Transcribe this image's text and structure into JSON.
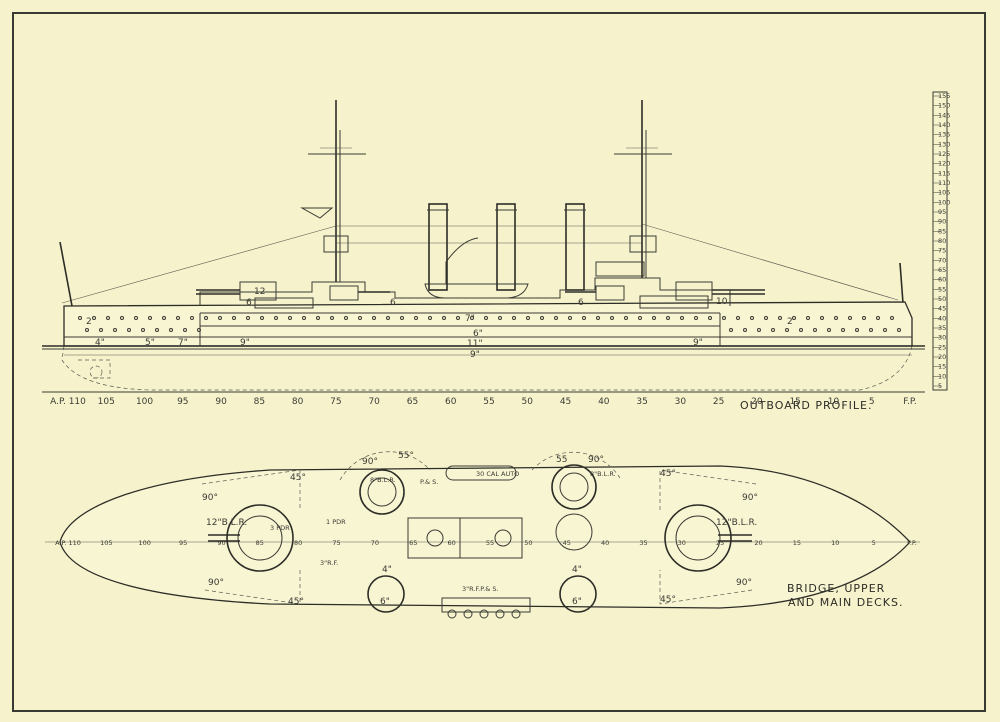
{
  "profile": {
    "title": "OUTBOARD PROFILE.",
    "frame_labels": [
      "A.P. 110",
      "105",
      "100",
      "95",
      "90",
      "85",
      "80",
      "75",
      "70",
      "65",
      "60",
      "55",
      "50",
      "45",
      "40",
      "35",
      "30",
      "25",
      "20",
      "15",
      "10",
      "5",
      "F.P."
    ],
    "scale_labels": [
      "155",
      "150",
      "145",
      "140",
      "135",
      "130",
      "125",
      "120",
      "115",
      "110",
      "105",
      "100",
      "95",
      "90",
      "85",
      "80",
      "75",
      "70",
      "65",
      "60",
      "55",
      "50",
      "45",
      "40",
      "35",
      "30",
      "25",
      "20",
      "15",
      "10",
      "5"
    ],
    "armor_labels": {
      "belt_a": "9\"",
      "belt_b": "11\"",
      "belt_c": "9\"",
      "belt_d": "6\"",
      "belt_e": "7\"",
      "belt_f": "9\"",
      "belt_g": "7\"",
      "belt_h": "5\"",
      "belt_i": "4\""
    },
    "turret_labels": [
      "2",
      "6",
      "6",
      "6",
      "2",
      "10",
      "12"
    ]
  },
  "plan": {
    "title_line1": "BRIDGE, UPPER",
    "title_line2": "AND MAIN DECKS.",
    "axis_labels": [
      "A.P. 110",
      "105",
      "100",
      "95",
      "90",
      "85",
      "80",
      "75",
      "70",
      "65",
      "60",
      "55",
      "50",
      "45",
      "40",
      "35",
      "30",
      "25",
      "20",
      "15",
      "10",
      "5",
      "F.P."
    ],
    "angle_labels": [
      "90°",
      "55°",
      "90°",
      "55",
      "90°",
      "90°",
      "45°",
      "45°",
      "90°",
      "90°",
      "45°",
      "45°"
    ],
    "gun_labels": {
      "aft_main": "12\"B.L.R.",
      "fwd_main": "12\"B.L.R.",
      "aft_8in": "8\"B.L.R.",
      "fwd_8in": "8\"B.L.R.",
      "rf3": "3\"R.F.",
      "rfps": "3\"R.F.P.& S.",
      "cal30": "30 CAL AUTO",
      "pdr3": "3 PDR",
      "pdr1": "1 PDR",
      "ps": "P.& S.",
      "sponson_6_a": "6\"",
      "sponson_6_b": "6\"",
      "sponson_4_a": "4\"",
      "sponson_4_b": "4\""
    }
  }
}
